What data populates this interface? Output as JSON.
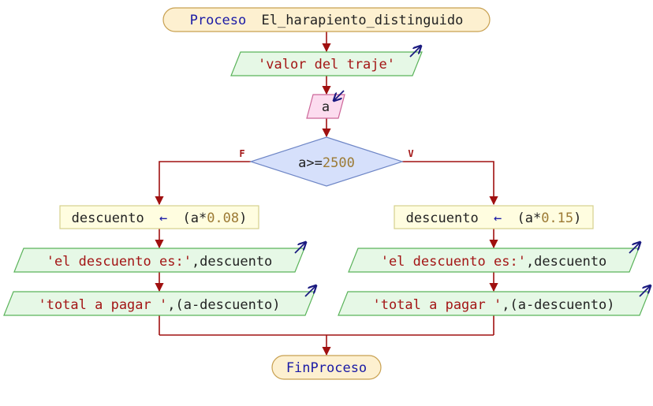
{
  "start": {
    "keyword": "Proceso",
    "name": "El_harapiento_distinguido"
  },
  "output_prompt": "'valor del traje'",
  "input_var": "a",
  "decision": {
    "var": "a",
    "op": ">=",
    "value": "2500",
    "false_label": "F",
    "true_label": "V"
  },
  "left_branch": {
    "assign_var": "descuento",
    "assign_open": "(a*",
    "assign_num": "0.08",
    "assign_close": ")",
    "out1_str": "'el descuento es:'",
    "out1_rest": ",descuento",
    "out2_str": "'total a pagar '",
    "out2_rest": ",(a-descuento)"
  },
  "right_branch": {
    "assign_var": "descuento",
    "assign_open": "(a*",
    "assign_num": "0.15",
    "assign_close": ")",
    "out1_str": "'el descuento es:'",
    "out1_rest": ",descuento",
    "out2_str": "'total a pagar '",
    "out2_rest": ",(a-descuento)"
  },
  "assign_arrow": "←",
  "end": {
    "keyword": "FinProceso"
  },
  "colors": {
    "terminal_fill": "#fdf0d0",
    "terminal_stroke": "#c8a050",
    "io_fill": "#e6f8e6",
    "io_stroke": "#5ab35a",
    "input_fill": "#fcdcef",
    "input_stroke": "#cc6699",
    "decision_fill": "#d6e0fb",
    "decision_stroke": "#6e86c6",
    "process_fill": "#fffde0",
    "process_stroke": "#d6d08c",
    "flow_line": "#a01010"
  }
}
